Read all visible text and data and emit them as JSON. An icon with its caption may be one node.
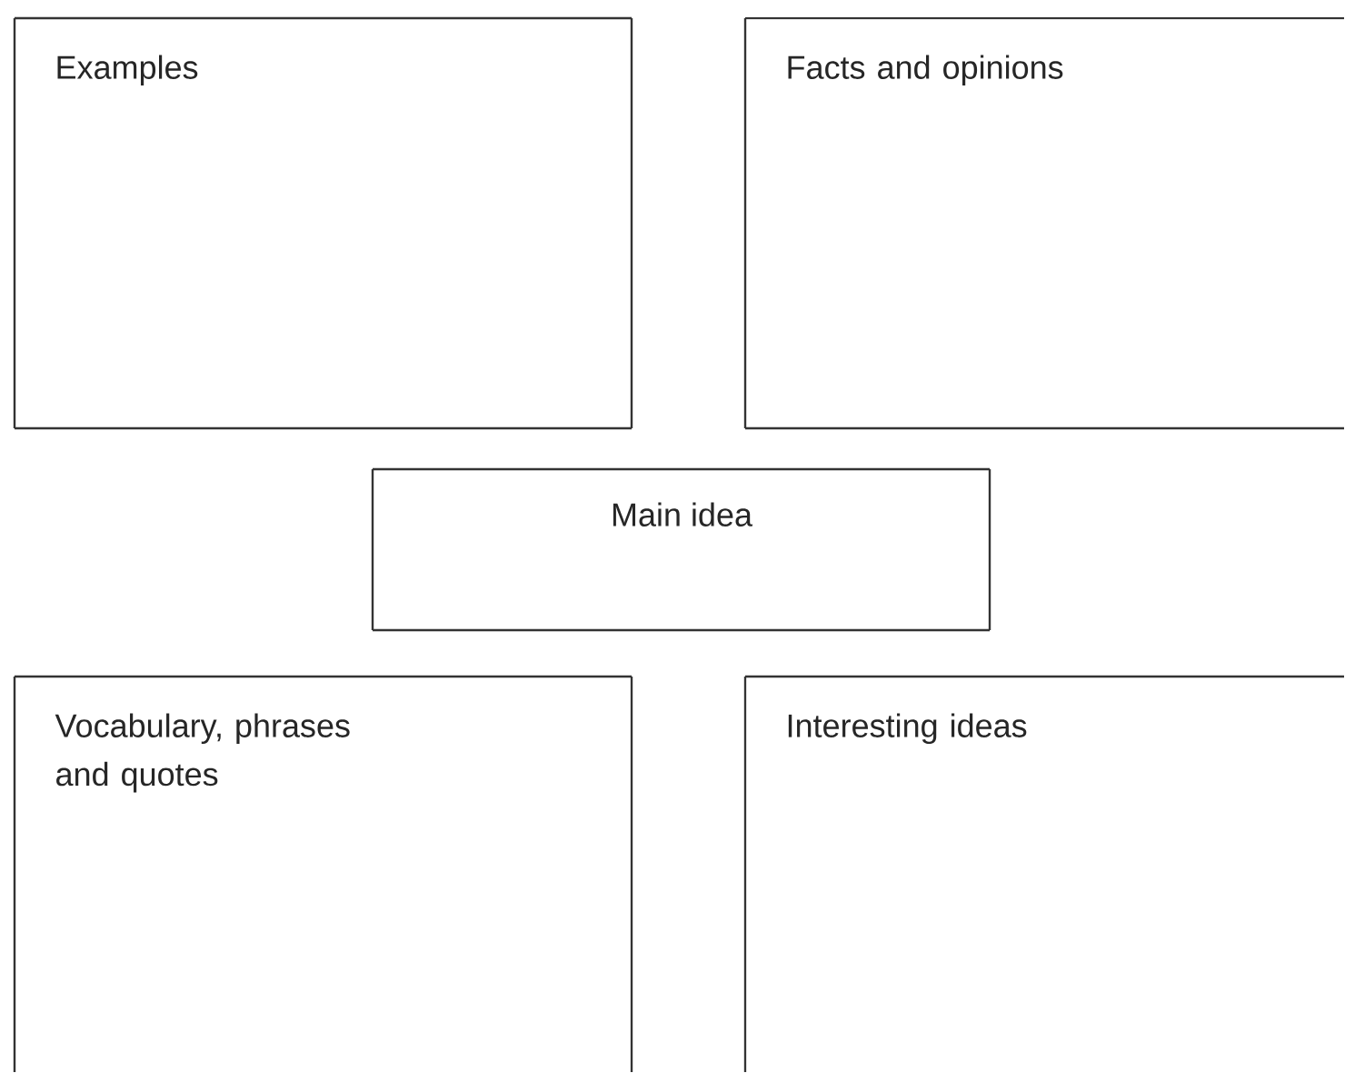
{
  "diagram": {
    "nodes": [
      {
        "text": [
          "Examples"
        ]
      },
      {
        "text": [
          "Facts and opinions"
        ]
      },
      {
        "text": [
          "Main idea"
        ]
      },
      {
        "text": [
          "Vocabulary, phrases and quotes"
        ]
      },
      {
        "text": [
          "Interesting ideas"
        ]
      }
    ]
  }
}
